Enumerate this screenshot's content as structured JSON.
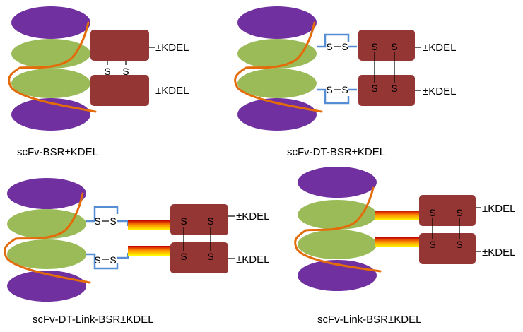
{
  "colors": {
    "purple": "#7030a0",
    "green": "#9bbb59",
    "red_box": "#943634",
    "orange": "#e36c0a",
    "blue": "#558ed5",
    "link_dark": "#c00000",
    "link_mid": "#ff8c00",
    "link_light": "#ffff00"
  },
  "symbols": {
    "sulfur": "S",
    "kdel": "±KDEL"
  },
  "panels": [
    {
      "id": "scfv-bsr",
      "caption": "scFv-BSR±KDEL",
      "dt": false,
      "link": false
    },
    {
      "id": "scfv-dt-bsr",
      "caption": "scFv-DT-BSR±KDEL",
      "dt": true,
      "link": false
    },
    {
      "id": "scfv-dt-link-bsr",
      "caption": "scFv-DT-Link-BSR±KDEL",
      "dt": true,
      "link": true
    },
    {
      "id": "scfv-link-bsr",
      "caption": "scFv-Link-BSR±KDEL",
      "dt": false,
      "link": true
    }
  ]
}
